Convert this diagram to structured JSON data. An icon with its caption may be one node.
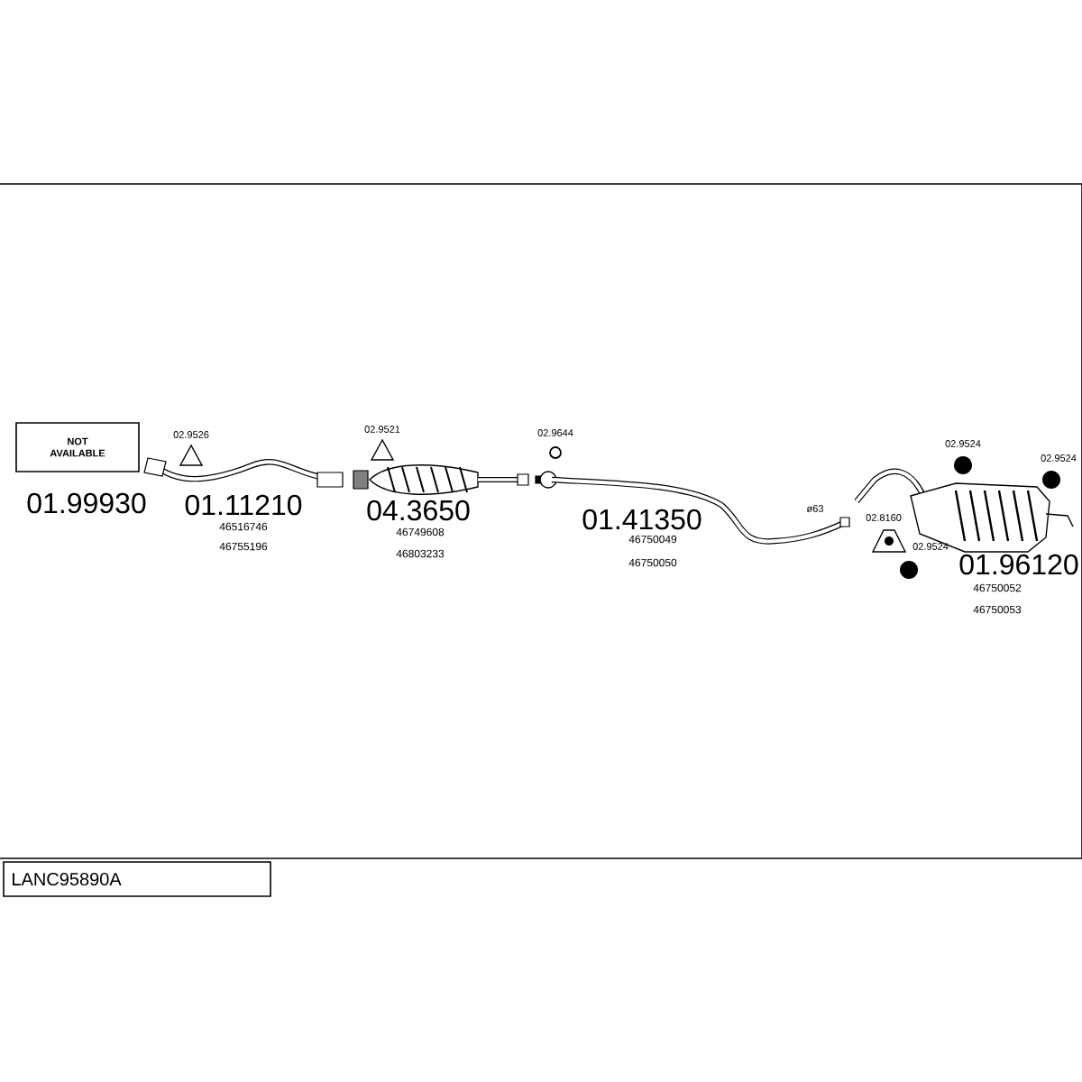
{
  "diagram": {
    "title": "LANC95890A",
    "nodes": [
      {
        "text": [
          "NOT AVAILABLE"
        ]
      }
    ],
    "labels": [
      "02.9526",
      "01.99930",
      "01.11210",
      "46516746",
      "46755196",
      "02.9521",
      "04.3650",
      "46749608",
      "46803233",
      "02.9644",
      "01.41350",
      "46750049",
      "46750050",
      "ø63",
      "02.9524",
      "02.9524",
      "02.8160",
      "02.9524",
      "01.96120",
      "46750052",
      "46750053"
    ]
  }
}
